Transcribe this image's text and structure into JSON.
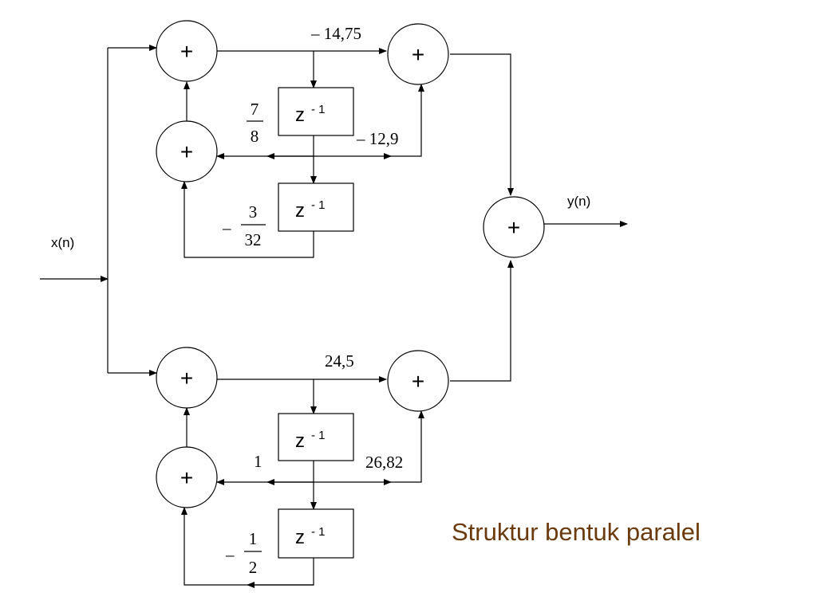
{
  "signals": {
    "input": "x(n)",
    "output": "y(n)"
  },
  "adder_symbol": "+",
  "delay": {
    "base": "z",
    "exponent": "- 1"
  },
  "upper_section": {
    "feedforward_1": "– 14,75",
    "feedforward_2": "– 12,9",
    "feedback_1": {
      "numerator": "7",
      "denominator": "8"
    },
    "feedback_2": {
      "sign": "–",
      "numerator": "3",
      "denominator": "32"
    }
  },
  "lower_section": {
    "feedforward_1": "24,5",
    "feedforward_2": "26,82",
    "feedback_1": "1",
    "feedback_2": {
      "sign": "–",
      "numerator": "1",
      "denominator": "2"
    }
  },
  "caption": "Struktur bentuk paralel",
  "colors": {
    "caption": "#6b3a0c",
    "lines": "#000000"
  }
}
